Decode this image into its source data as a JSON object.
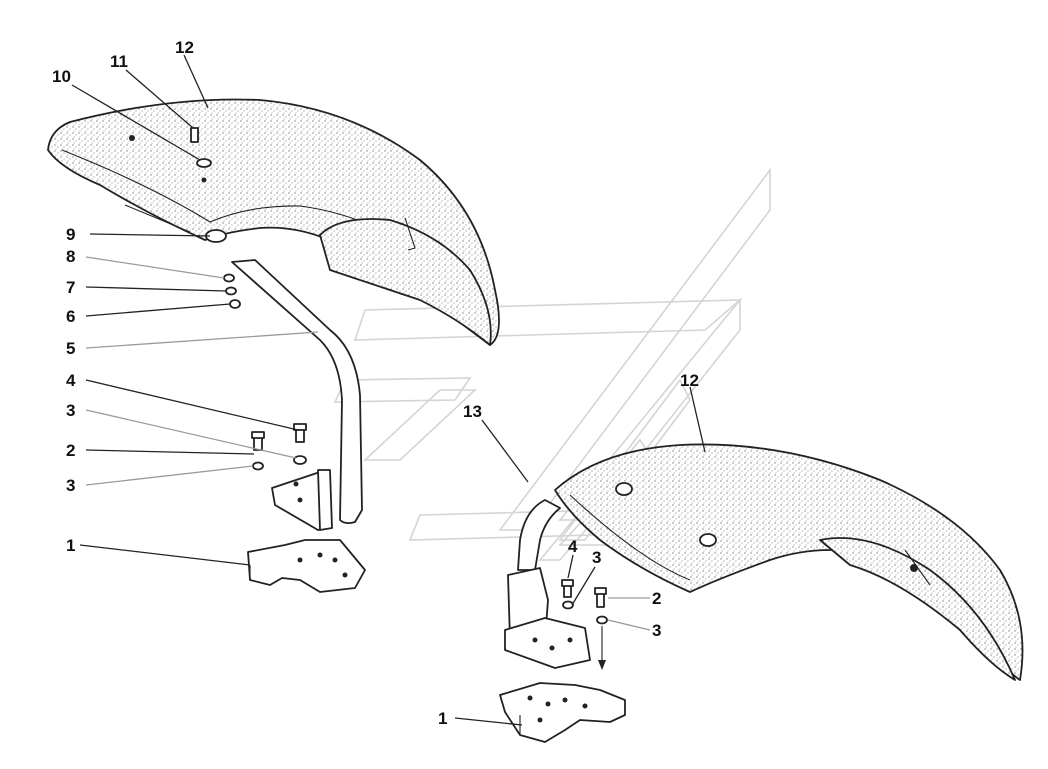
{
  "diagram": {
    "watermark_color": "#d4d4d4",
    "ink_color": "#222222",
    "left_assembly": {
      "callouts": [
        "12",
        "11",
        "10",
        "9",
        "8",
        "7",
        "6",
        "5",
        "4",
        "3",
        "2",
        "3",
        "1"
      ]
    },
    "right_assembly": {
      "callouts": [
        "12",
        "13",
        "4",
        "3",
        "2",
        "3",
        "1"
      ]
    }
  }
}
